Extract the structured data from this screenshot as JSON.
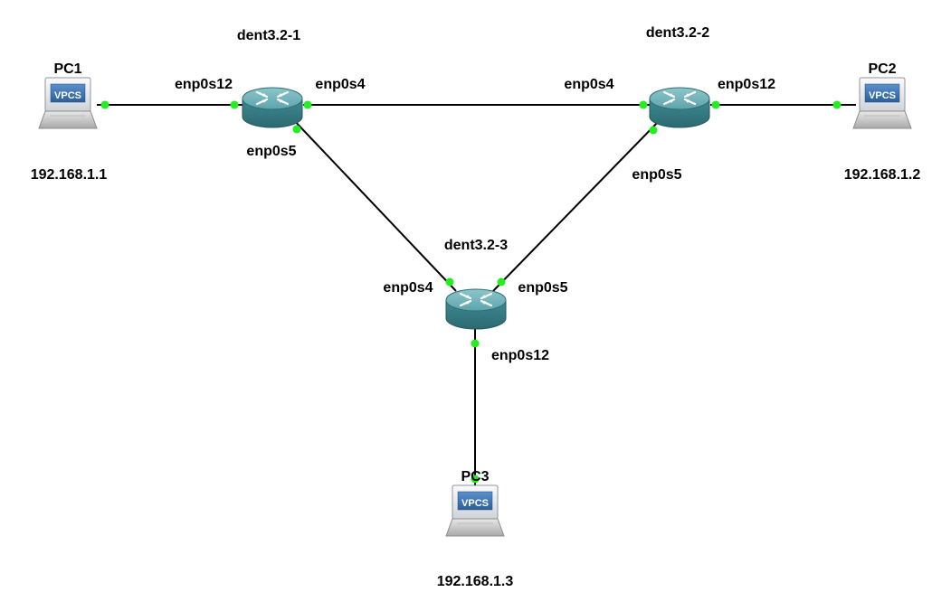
{
  "colors": {
    "background": "#ffffff",
    "link": "#000000",
    "port_dot": "#22ee22",
    "router_body": "#4a8f96",
    "router_top": "#6fb4ba",
    "vpcs_badge": "#3d78b8"
  },
  "routers": [
    {
      "name": "dent3.2-1"
    },
    {
      "name": "dent3.2-2"
    },
    {
      "name": "dent3.2-3"
    }
  ],
  "pcs": [
    {
      "name": "PC1",
      "badge": "VPCS",
      "ip": "192.168.1.1"
    },
    {
      "name": "PC2",
      "badge": "VPCS",
      "ip": "192.168.1.2"
    },
    {
      "name": "PC3",
      "badge": "VPCS",
      "ip": "192.168.1.3"
    }
  ],
  "interfaces": {
    "r1_pc1": "enp0s12",
    "r1_r2": "enp0s4",
    "r1_r3": "enp0s5",
    "r2_r1": "enp0s4",
    "r2_pc2": "enp0s12",
    "r2_r3": "enp0s5",
    "r3_r1": "enp0s4",
    "r3_r2": "enp0s5",
    "r3_pc3": "enp0s12"
  }
}
